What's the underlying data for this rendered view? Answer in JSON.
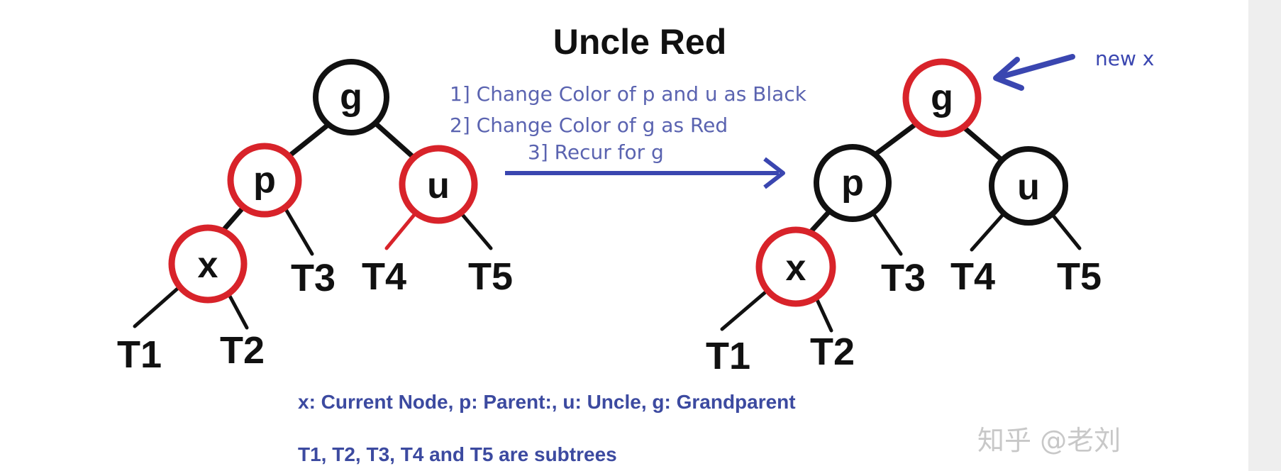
{
  "title": "Uncle Red",
  "steps": [
    "1] Change Color of p and u as Black",
    "2] Change Color of g as Red",
    "3] Recur for g"
  ],
  "new_x_label": "new x",
  "colors": {
    "red": "#d8232a",
    "black": "#111111",
    "arrow": "#3a46b0"
  },
  "left_tree": {
    "nodes": [
      {
        "id": "g",
        "label": "g",
        "color": "black"
      },
      {
        "id": "p",
        "label": "p",
        "color": "red"
      },
      {
        "id": "u",
        "label": "u",
        "color": "red"
      },
      {
        "id": "x",
        "label": "x",
        "color": "red"
      }
    ],
    "subtrees": [
      "T1",
      "T2",
      "T3",
      "T4",
      "T5"
    ]
  },
  "right_tree": {
    "nodes": [
      {
        "id": "g",
        "label": "g",
        "color": "red"
      },
      {
        "id": "p",
        "label": "p",
        "color": "black"
      },
      {
        "id": "u",
        "label": "u",
        "color": "black"
      },
      {
        "id": "x",
        "label": "x",
        "color": "red"
      }
    ],
    "subtrees": [
      "T1",
      "T2",
      "T3",
      "T4",
      "T5"
    ]
  },
  "legend": [
    "x: Current Node,  p: Parent:,  u: Uncle,  g: Grandparent",
    "T1, T2, T3, T4 and T5 are subtrees"
  ],
  "watermark": "知乎 @老刘"
}
